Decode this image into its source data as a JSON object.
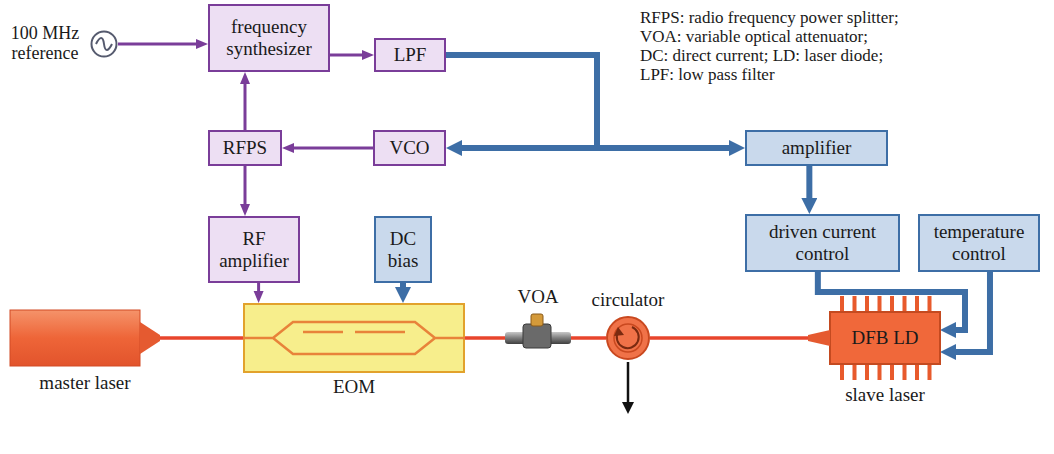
{
  "diagram": {
    "nodes": [
      {
        "text": [
          "100 MHz reference"
        ]
      },
      {
        "text": [
          "frequency synthesizer"
        ]
      },
      {
        "text": [
          "LPF"
        ]
      },
      {
        "text": [
          "RFPS"
        ]
      },
      {
        "text": [
          "VCO"
        ]
      },
      {
        "text": [
          "RF amplifier"
        ]
      },
      {
        "text": [
          "DC bias"
        ]
      },
      {
        "text": [
          "amplifier"
        ]
      },
      {
        "text": [
          "driven current control"
        ]
      },
      {
        "text": [
          "temperature control"
        ]
      },
      {
        "text": [
          "master laser"
        ]
      },
      {
        "text": [
          "EOM"
        ]
      },
      {
        "text": [
          "VOA"
        ]
      },
      {
        "text": [
          "circulator"
        ]
      },
      {
        "text": [
          "DFB LD",
          "slave laser"
        ]
      }
    ],
    "edges": [
      {
        "from": 0,
        "to": 1,
        "arrow": "to"
      },
      {
        "from": 1,
        "to": 2,
        "arrow": "to"
      },
      {
        "from": 2,
        "to": 4,
        "arrow": "to"
      },
      {
        "from": 2,
        "to": 7,
        "arrow": "to"
      },
      {
        "from": 4,
        "to": 3,
        "arrow": "to"
      },
      {
        "from": 3,
        "to": 1,
        "arrow": "to"
      },
      {
        "from": 3,
        "to": 5,
        "arrow": "to"
      },
      {
        "from": 5,
        "to": 11,
        "arrow": "to"
      },
      {
        "from": 6,
        "to": 11,
        "arrow": "to"
      },
      {
        "from": 7,
        "to": 8,
        "arrow": "to"
      },
      {
        "from": 8,
        "to": 14,
        "arrow": "to"
      },
      {
        "from": 9,
        "to": 14,
        "arrow": "to"
      },
      {
        "from": 10,
        "to": 11,
        "arrow": "none"
      },
      {
        "from": 11,
        "to": 12,
        "arrow": "none"
      },
      {
        "from": 12,
        "to": 13,
        "arrow": "none"
      },
      {
        "from": 13,
        "to": 14,
        "arrow": "none"
      }
    ],
    "labels": [
      "RFPS: radio frequency power splitter;",
      "VOA: variable optical attenuator;",
      "DC: direct current; LD: laser diode;",
      "LPF: low pass filter"
    ]
  }
}
